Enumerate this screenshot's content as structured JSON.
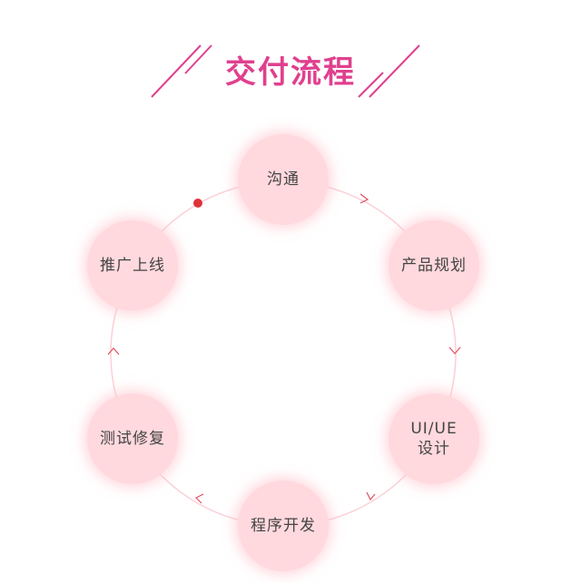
{
  "title": "交付流程",
  "steps": [
    {
      "label": "沟通"
    },
    {
      "label": "产品规划"
    },
    {
      "label": "UI/UE",
      "label2": "设计"
    },
    {
      "label": "程序开发"
    },
    {
      "label": "测试修复"
    },
    {
      "label": "推广上线"
    }
  ],
  "colors": {
    "accent": "#e0408e",
    "node": "#ffd9de",
    "ring": "#fbd0d6",
    "dot": "#e0303a"
  }
}
